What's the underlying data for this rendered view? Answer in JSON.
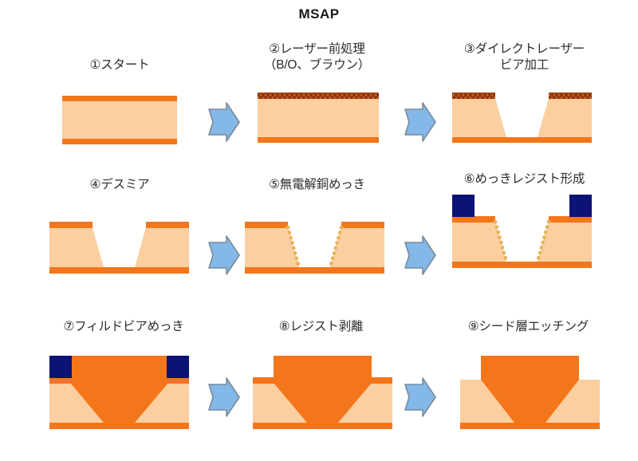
{
  "title": "MSAP",
  "colors": {
    "substrate": "#fbcfa0",
    "copper": "#f4761b",
    "copper_dark": "#e8610d",
    "resist": "#0d1275",
    "seed_dot": "#e8b35a",
    "hatch_dark": "#8a3a12",
    "arrow_fill": "#83b8e8",
    "arrow_stroke": "#7b8a99",
    "text": "#2b2b2b",
    "background": "#ffffff"
  },
  "steps": [
    {
      "id": 1,
      "label": "①スタート",
      "stage": "start",
      "label_lines": 1
    },
    {
      "id": 2,
      "label": "②レーザー前処理\n（B/O、ブラウン）",
      "stage": "pretreatment",
      "label_lines": 2
    },
    {
      "id": 3,
      "label": "③ダイレクトレーザー\nビア加工",
      "stage": "laser-via",
      "label_lines": 2
    },
    {
      "id": 4,
      "label": "④デスミア",
      "stage": "desmear",
      "label_lines": 1
    },
    {
      "id": 5,
      "label": "⑤無電解銅めっき",
      "stage": "electroless-plating",
      "label_lines": 1
    },
    {
      "id": 6,
      "label": "⑥めっきレジスト形成",
      "stage": "resist-formation",
      "label_lines": 1
    },
    {
      "id": 7,
      "label": "⑦フィルドビアめっき",
      "stage": "filled-via-plating",
      "label_lines": 1
    },
    {
      "id": 8,
      "label": "⑧レジスト剥離",
      "stage": "resist-strip",
      "label_lines": 1
    },
    {
      "id": 9,
      "label": "⑨シード層エッチング",
      "stage": "seed-etching",
      "label_lines": 1
    }
  ],
  "arrows": [
    {
      "name": "arrow-step1-to-step2"
    },
    {
      "name": "arrow-step2-to-step3"
    },
    {
      "name": "arrow-step4-to-step5"
    },
    {
      "name": "arrow-step5-to-step6"
    },
    {
      "name": "arrow-step7-to-step8"
    },
    {
      "name": "arrow-step8-to-step9"
    }
  ]
}
